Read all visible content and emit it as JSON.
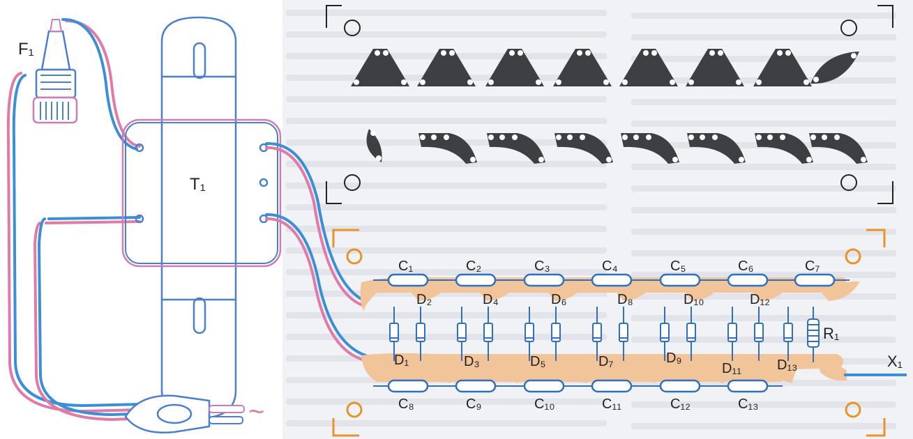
{
  "colors": {
    "page_bg": "#ffffff",
    "text_bg": "#eef0f4",
    "text_bg_lines": "#dde0e6",
    "wire_blue": "#3b8fd8",
    "wire_pink": "#e07aa8",
    "outline_blue": "#4a7fd0",
    "outline_pink": "#d07ab8",
    "copper": "#f2c49a",
    "film_dark": "#3d3f42",
    "orange_marker": "#e8932a",
    "component_outline": "#2e6fc0"
  },
  "labels": {
    "fuse": "F₁",
    "transformer": "T₁",
    "resistor": "R₁",
    "output": "X₁",
    "ac_symbol": "~"
  },
  "capacitors_top": [
    "C₁",
    "C₂",
    "C₃",
    "C₄",
    "C₅",
    "C₆",
    "C₇"
  ],
  "capacitors_bottom": [
    "C₈",
    "C₉",
    "C₁₀",
    "C₁₁",
    "C₁₂",
    "C₁₃"
  ],
  "diodes_even": [
    "D₂",
    "D₄",
    "D₆",
    "D₈",
    "D₁₀",
    "D₁₂"
  ],
  "diodes_odd": [
    "D₁",
    "D₃",
    "D₅",
    "D₇",
    "D₉",
    "D₁₁",
    "D₁₃"
  ],
  "film_row_top": [
    "trapezoid",
    "trapezoid",
    "trapezoid",
    "trapezoid",
    "trapezoid",
    "trapezoid",
    "trapezoid",
    "leaf"
  ],
  "film_row_bottom": [
    "leaf",
    "arc",
    "arc",
    "arc",
    "arc",
    "arc",
    "arc",
    "arc"
  ]
}
